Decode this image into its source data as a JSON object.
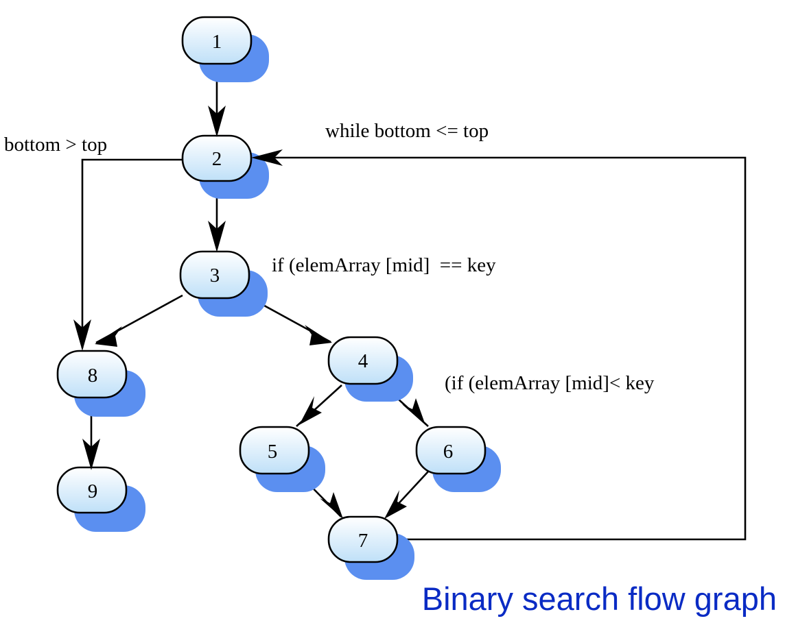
{
  "colors": {
    "node_fill_top": "#ffffff",
    "node_fill_bottom": "#bfe0f8",
    "shadow": "#5b8ff0",
    "edge": "#000000",
    "caption": "#0a2bc4"
  },
  "nodes": [
    {
      "label": "1"
    },
    {
      "label": "2"
    },
    {
      "label": "3"
    },
    {
      "label": "4"
    },
    {
      "label": "5"
    },
    {
      "label": "6"
    },
    {
      "label": "7"
    },
    {
      "label": "8"
    },
    {
      "label": "9"
    }
  ],
  "edge_labels": {
    "loop_exit": "bottom > top",
    "loop_back": "while bottom <= top",
    "found_test": "if (elemArray [mid]  == key",
    "less_test": "(if (elemArray [mid]< key"
  },
  "caption": "Binary search flow graph"
}
